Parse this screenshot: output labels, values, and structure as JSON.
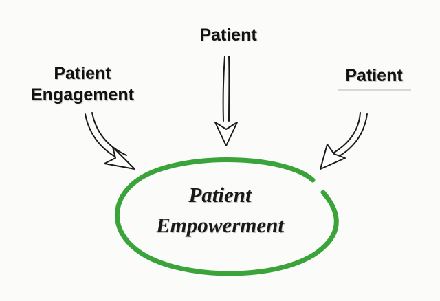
{
  "colors": {
    "ellipse": "#3aa33a",
    "arrow_outline": "#1b1b1b",
    "arrow_fill": "#ffffff",
    "text": "#111111"
  },
  "labels": {
    "left_line1": "Patient",
    "left_line2": "Engagement",
    "top": "Patient",
    "right": "Patient"
  },
  "center": {
    "line1": "Patient",
    "line2": "Empowerment"
  }
}
